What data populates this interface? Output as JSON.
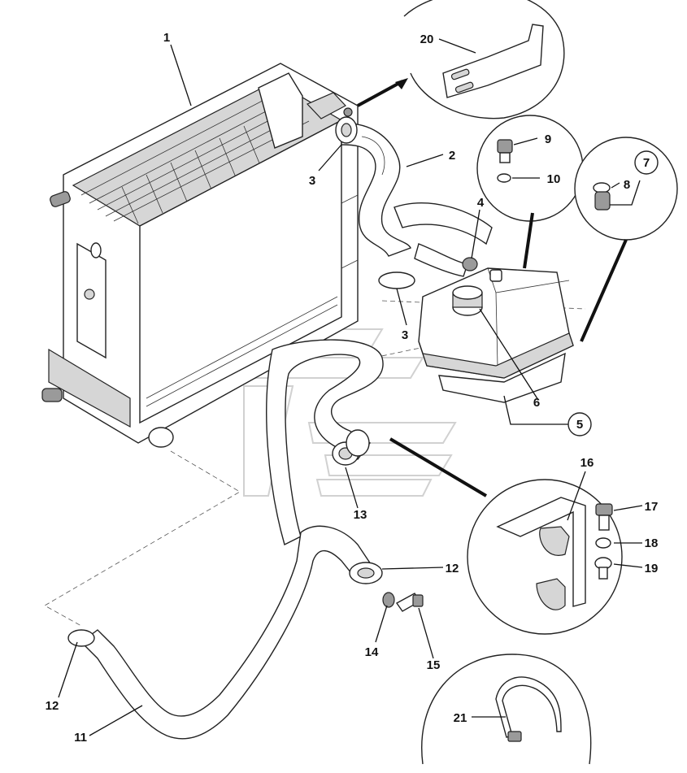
{
  "diagram": {
    "callouts": [
      {
        "id": "c1",
        "text": "1"
      },
      {
        "id": "c2",
        "text": "2"
      },
      {
        "id": "c3a",
        "text": "3"
      },
      {
        "id": "c3b",
        "text": "3"
      },
      {
        "id": "c4",
        "text": "4"
      },
      {
        "id": "c5",
        "text": "5"
      },
      {
        "id": "c6",
        "text": "6"
      },
      {
        "id": "c7",
        "text": "7"
      },
      {
        "id": "c8",
        "text": "8"
      },
      {
        "id": "c9",
        "text": "9"
      },
      {
        "id": "c10",
        "text": "10"
      },
      {
        "id": "c11",
        "text": "11"
      },
      {
        "id": "c12a",
        "text": "12"
      },
      {
        "id": "c12b",
        "text": "12"
      },
      {
        "id": "c13",
        "text": "13"
      },
      {
        "id": "c14",
        "text": "14"
      },
      {
        "id": "c15",
        "text": "15"
      },
      {
        "id": "c16",
        "text": "16"
      },
      {
        "id": "c17",
        "text": "17"
      },
      {
        "id": "c18",
        "text": "18"
      },
      {
        "id": "c19",
        "text": "19"
      },
      {
        "id": "c20",
        "text": "20"
      },
      {
        "id": "c21",
        "text": "21"
      }
    ]
  }
}
